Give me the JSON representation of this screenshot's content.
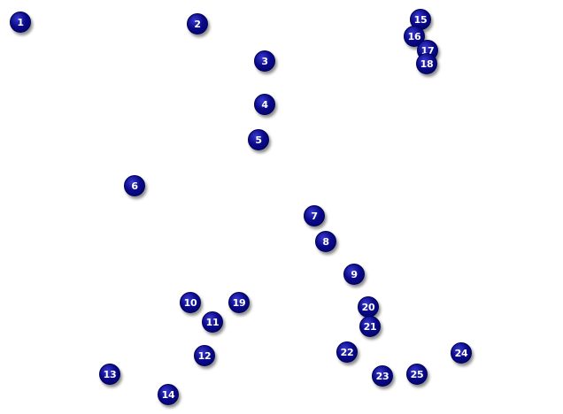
{
  "markers": [
    {
      "label": "1"
    },
    {
      "label": "2"
    },
    {
      "label": "3"
    },
    {
      "label": "4"
    },
    {
      "label": "5"
    },
    {
      "label": "6"
    },
    {
      "label": "7"
    },
    {
      "label": "8"
    },
    {
      "label": "9"
    },
    {
      "label": "10"
    },
    {
      "label": "11"
    },
    {
      "label": "12"
    },
    {
      "label": "13"
    },
    {
      "label": "14"
    },
    {
      "label": "15"
    },
    {
      "label": "16"
    },
    {
      "label": "17"
    },
    {
      "label": "18"
    },
    {
      "label": "19"
    },
    {
      "label": "20"
    },
    {
      "label": "21"
    },
    {
      "label": "22"
    },
    {
      "label": "23"
    },
    {
      "label": "24"
    },
    {
      "label": "25"
    }
  ],
  "colors": {
    "marker_fill": "#0a0a8a",
    "marker_text": "#ffffff",
    "background": "#ffffff"
  }
}
